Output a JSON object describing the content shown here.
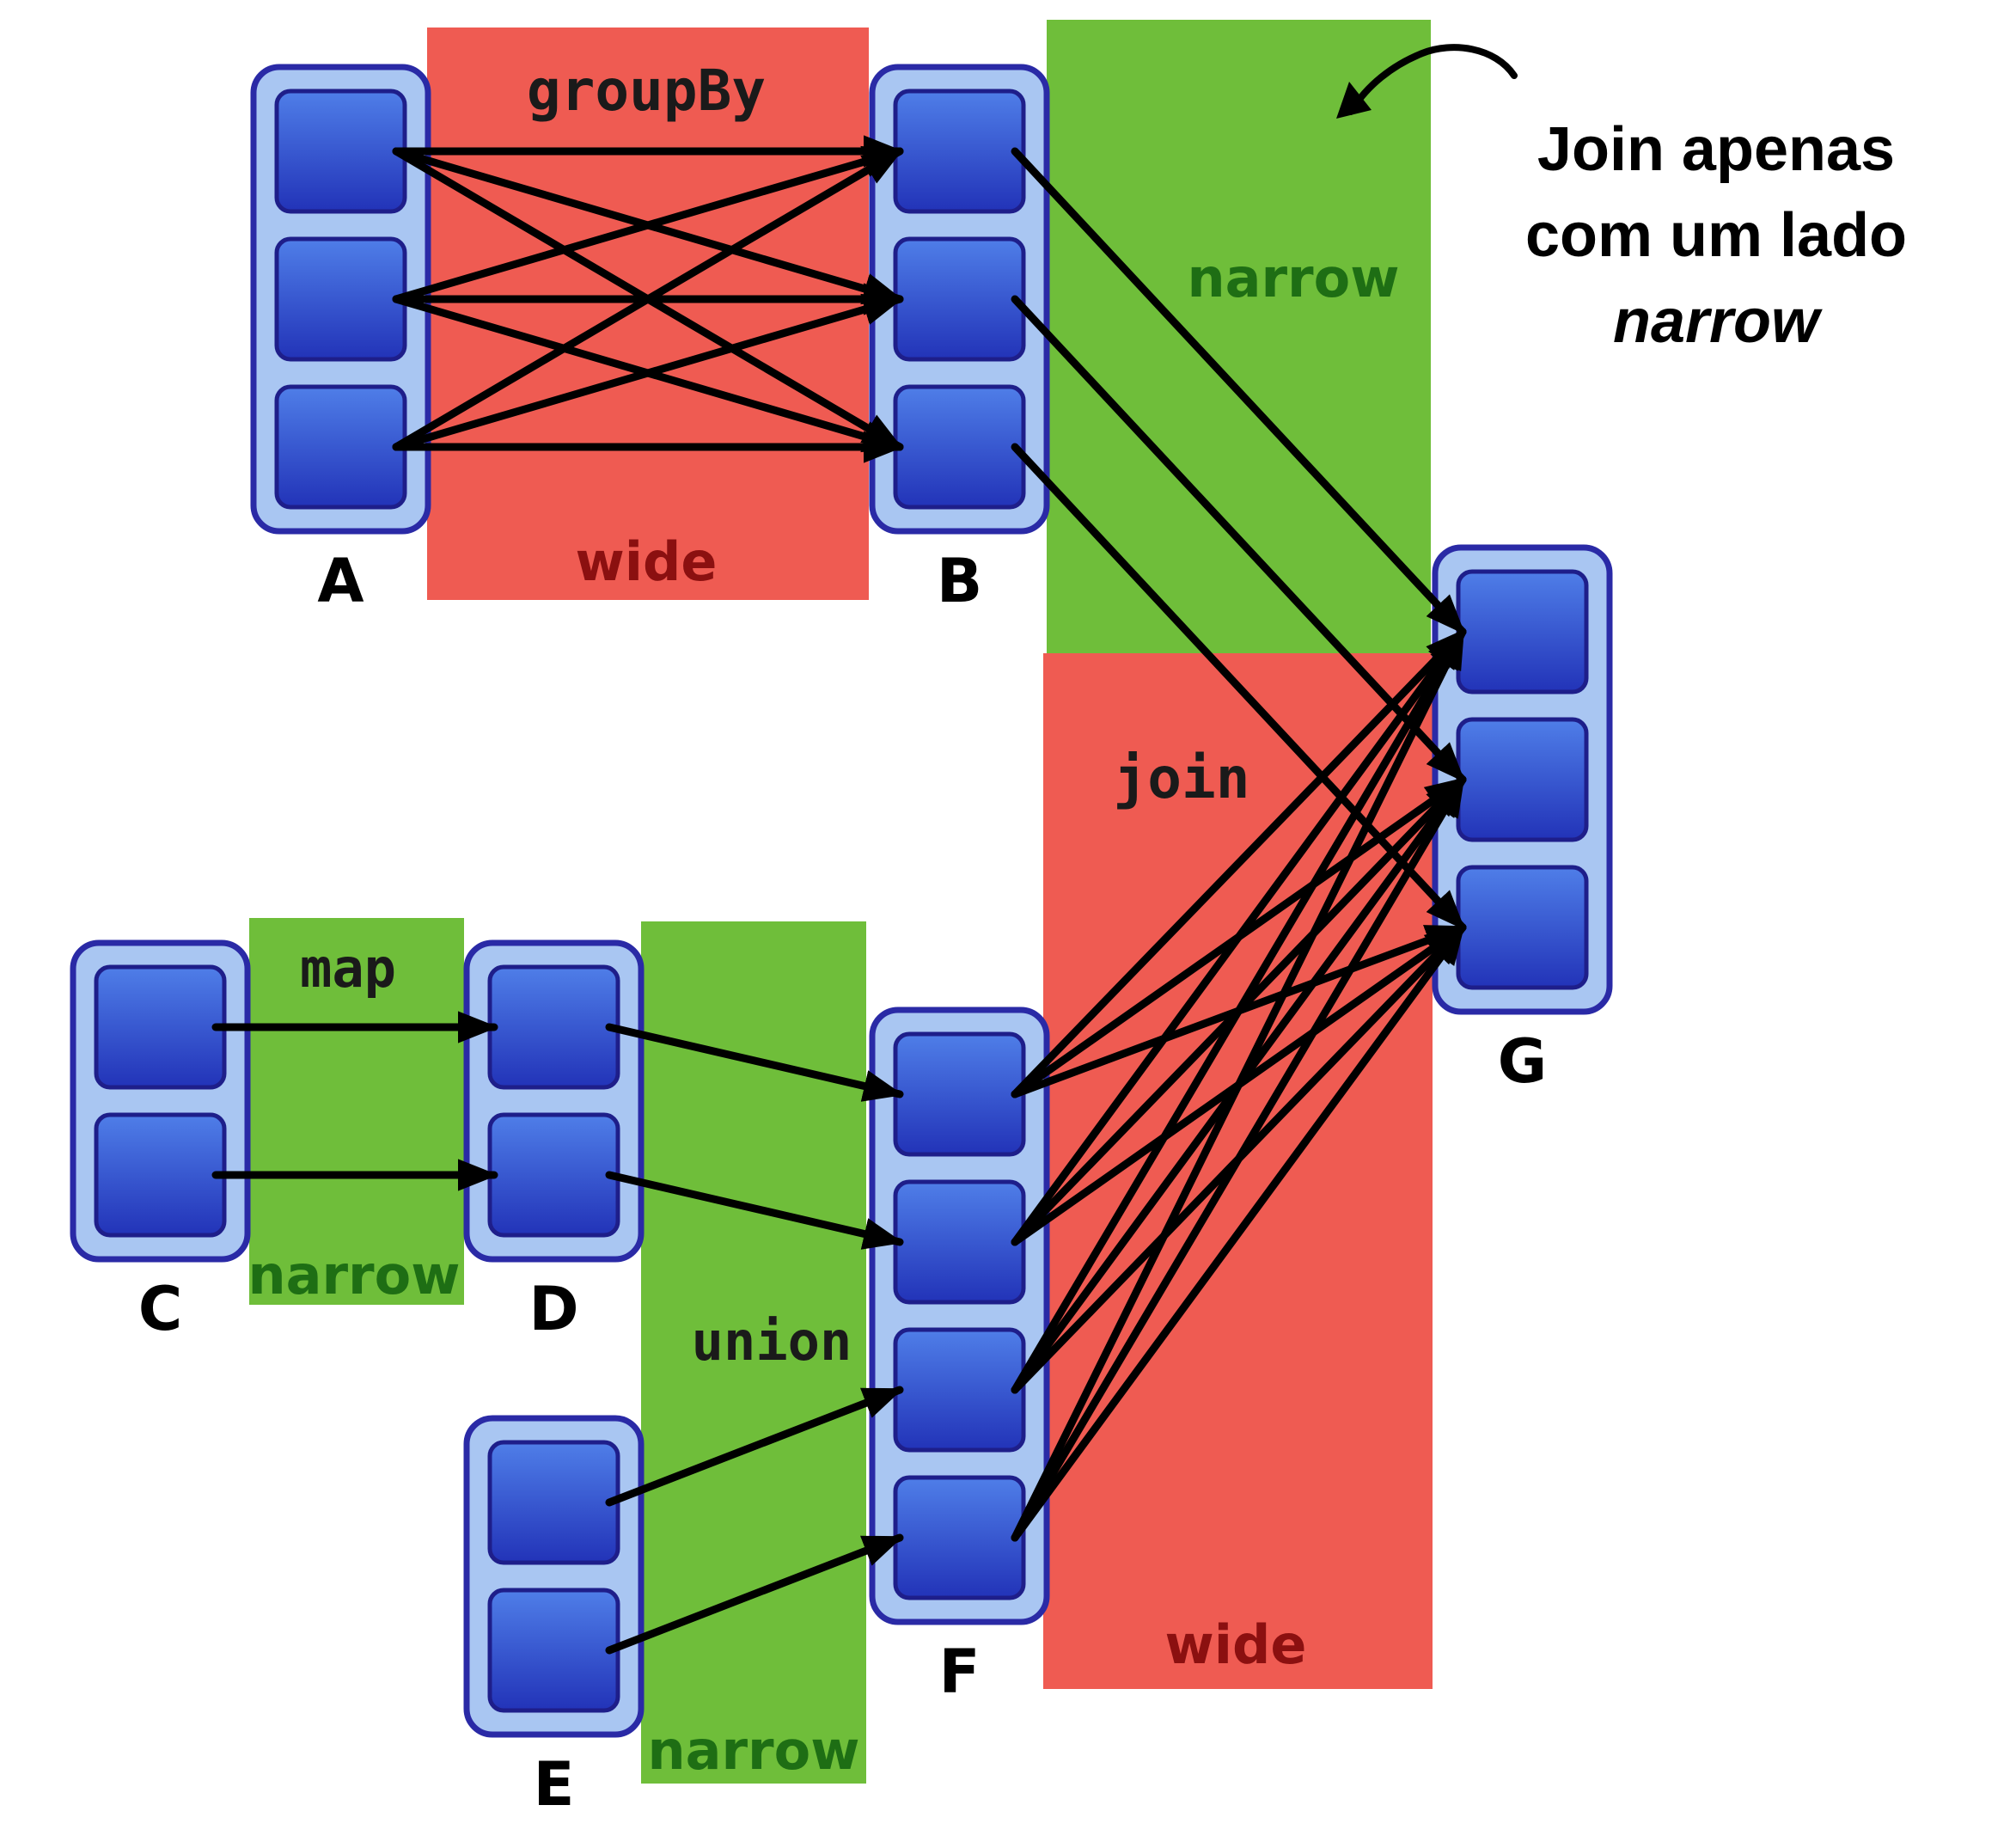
{
  "operations": {
    "groupBy": "groupBy",
    "join": "join",
    "map": "map",
    "union": "union"
  },
  "dependency_types": {
    "groupBy": "wide",
    "join_from_B": "narrow",
    "join_from_F": "wide",
    "map": "narrow",
    "union": "narrow"
  },
  "rdds": [
    {
      "id": "A",
      "label": "A",
      "partitions": 3
    },
    {
      "id": "B",
      "label": "B",
      "partitions": 3
    },
    {
      "id": "C",
      "label": "C",
      "partitions": 2
    },
    {
      "id": "D",
      "label": "D",
      "partitions": 2
    },
    {
      "id": "E",
      "label": "E",
      "partitions": 2
    },
    {
      "id": "F",
      "label": "F",
      "partitions": 4
    },
    {
      "id": "G",
      "label": "G",
      "partitions": 3
    }
  ],
  "annotation": {
    "line1": "Join apenas",
    "line2": "com um lado",
    "line3": "narrow"
  },
  "colors": {
    "wide": "#ef5b52",
    "narrow": "#6fbe3a",
    "partition": "#2f55d4",
    "rdd_frame": "#a9c6f2",
    "rdd_border": "#2a2aa6",
    "arrow": "#000000"
  },
  "edges": [
    {
      "from": "A",
      "to": "B",
      "type": "all-to-all"
    },
    {
      "from": "C",
      "to": "D",
      "type": "one-to-one"
    },
    {
      "from": "D",
      "to": "F",
      "type": "one-to-one"
    },
    {
      "from": "E",
      "to": "F",
      "type": "one-to-one"
    },
    {
      "from": "B",
      "to": "G",
      "type": "one-to-one"
    },
    {
      "from": "F",
      "to": "G",
      "type": "all-to-all"
    }
  ]
}
